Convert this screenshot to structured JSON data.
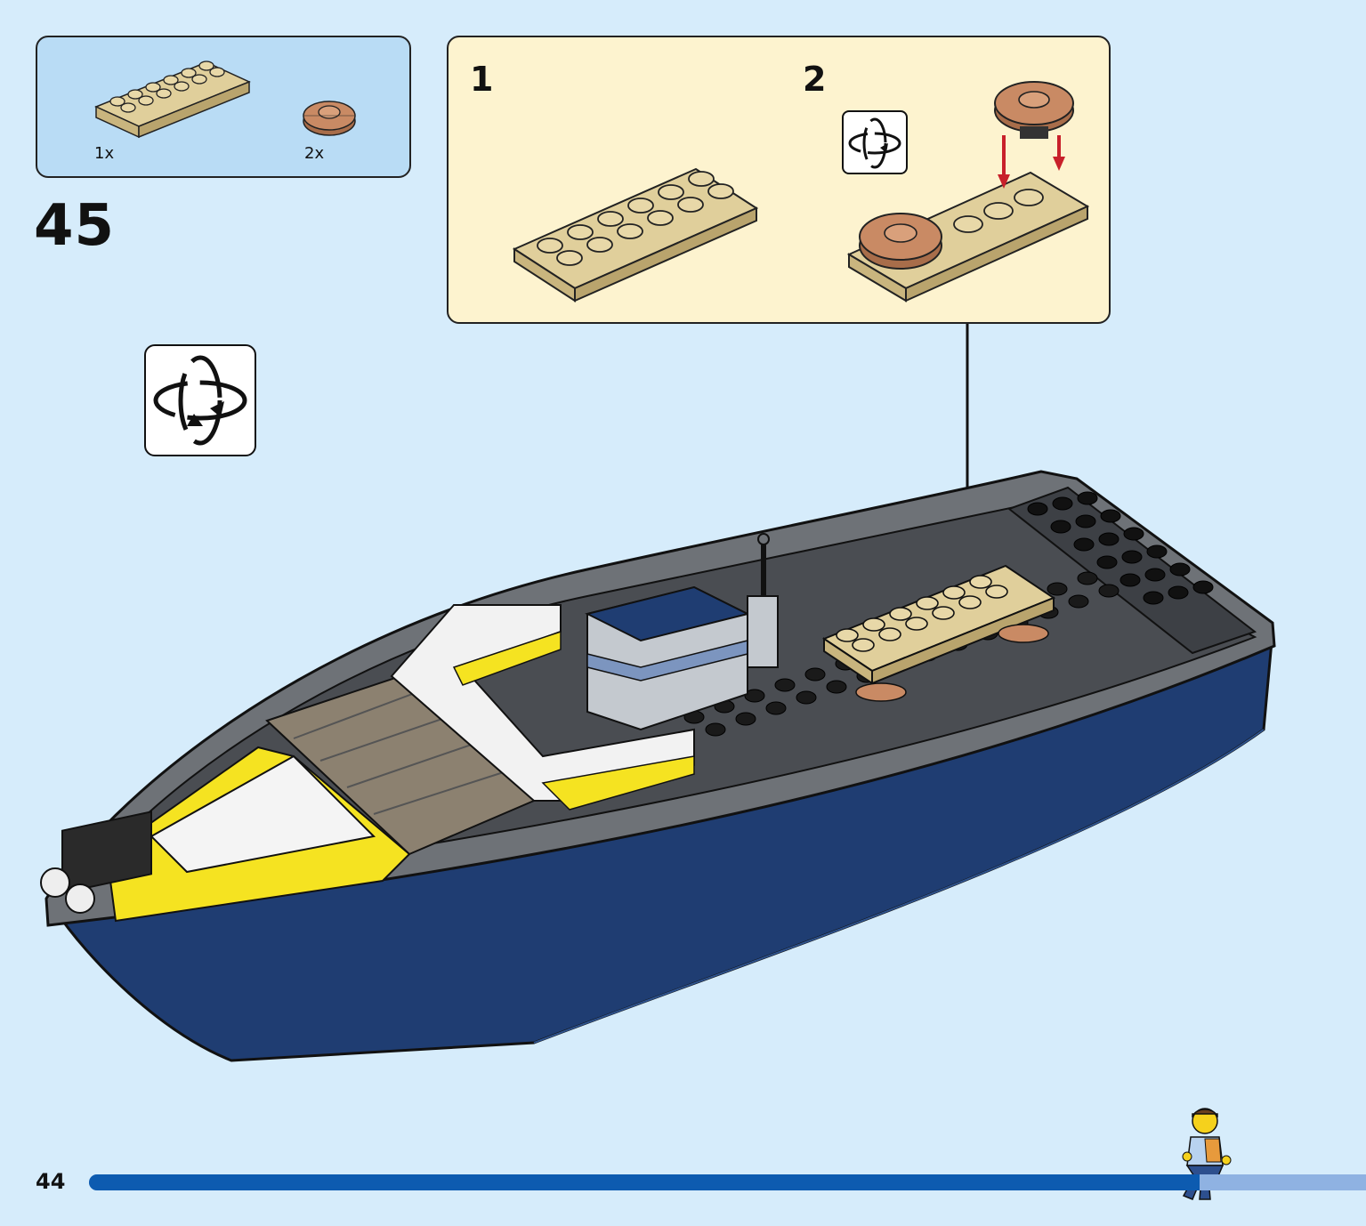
{
  "step": {
    "number": "45"
  },
  "parts": [
    {
      "name": "tan-plate-2x6",
      "quantity": "1x",
      "color": "#e0cf9b"
    },
    {
      "name": "round-plate-2x2",
      "quantity": "2x",
      "color": "#c98a64"
    }
  ],
  "substeps": [
    {
      "number": "1"
    },
    {
      "number": "2"
    }
  ],
  "page": {
    "number": "44"
  },
  "progress": {
    "fraction": 0.87
  },
  "colors": {
    "background": "#d6ecfb",
    "parts_panel": "#b9dcf5",
    "substep_panel": "#fdf3cf",
    "hull": "#1f3d72",
    "deck": "#6e7277",
    "yellow": "#f5e321",
    "progress_fill": "#0d5bb0",
    "progress_track": "#8fb2e2",
    "arrow_red": "#c8202a"
  },
  "icons": [
    "rotate-model-icon",
    "rotate-model-icon-small",
    "minifigure-runner-icon"
  ]
}
